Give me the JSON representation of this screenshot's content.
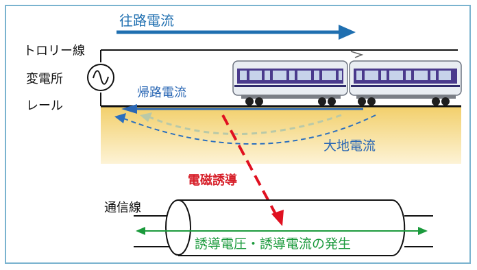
{
  "labels": {
    "outbound_current": "往路電流",
    "trolley_wire": "トロリー線",
    "substation": "変電所",
    "rail": "レール",
    "return_current": "帰路電流",
    "ground_current": "大地電流",
    "em_induction": "電磁誘導",
    "comm_line": "通信線",
    "induced_result": "誘導電圧・誘導電流の発生"
  },
  "colors": {
    "frame": "#7ab3cf",
    "outbound_arrow": "#1f6fb0",
    "return_arrow": "#2a67b4",
    "ground_dashed": "#2b6fbe",
    "ground_dashed_faint": "#b9c9a8",
    "induction_arrow": "#e01020",
    "induction_text": "#d7202a",
    "earth_top": "#f2cf6a",
    "earth_bottom": "#fdf3d6",
    "induced_text": "#1b9a3c",
    "train_body": "#e9edf2",
    "train_stripe": "#4a3a8c"
  },
  "icons": {
    "substation": "ac-source-icon"
  }
}
